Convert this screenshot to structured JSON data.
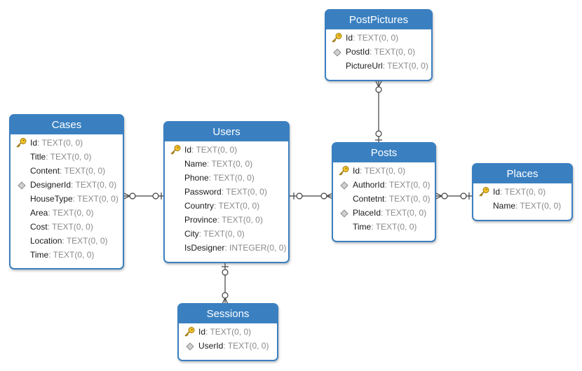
{
  "colors": {
    "header": "#3a80c1",
    "border": "#3a7fc0",
    "type_text": "#8a8a8a",
    "connector": "#404040"
  },
  "entities": {
    "postpictures": {
      "title": "PostPictures",
      "fields": [
        {
          "name": "Id",
          "type": ": TEXT(0, 0)",
          "key": "primary"
        },
        {
          "name": "PostId",
          "type": ": TEXT(0, 0)",
          "key": "foreign"
        },
        {
          "name": "PictureUrl",
          "type": ": TEXT(0, 0)",
          "key": "none"
        }
      ]
    },
    "cases": {
      "title": "Cases",
      "fields": [
        {
          "name": "Id",
          "type": ": TEXT(0, 0)",
          "key": "primary"
        },
        {
          "name": "Title",
          "type": ": TEXT(0, 0)",
          "key": "none"
        },
        {
          "name": "Content",
          "type": ": TEXT(0, 0)",
          "key": "none"
        },
        {
          "name": "DesignerId",
          "type": ": TEXT(0, 0)",
          "key": "foreign"
        },
        {
          "name": "HouseType",
          "type": ": TEXT(0, 0)",
          "key": "none"
        },
        {
          "name": "Area",
          "type": ": TEXT(0, 0)",
          "key": "none"
        },
        {
          "name": "Cost",
          "type": ": TEXT(0, 0)",
          "key": "none"
        },
        {
          "name": "Location",
          "type": ": TEXT(0, 0)",
          "key": "none"
        },
        {
          "name": "Time",
          "type": ": TEXT(0, 0)",
          "key": "none"
        }
      ]
    },
    "users": {
      "title": "Users",
      "fields": [
        {
          "name": "Id",
          "type": ": TEXT(0, 0)",
          "key": "primary"
        },
        {
          "name": "Name",
          "type": ": TEXT(0, 0)",
          "key": "none"
        },
        {
          "name": "Phone",
          "type": ": TEXT(0, 0)",
          "key": "none"
        },
        {
          "name": "Password",
          "type": ": TEXT(0, 0)",
          "key": "none"
        },
        {
          "name": "Country",
          "type": ": TEXT(0, 0)",
          "key": "none"
        },
        {
          "name": "Province",
          "type": ": TEXT(0, 0)",
          "key": "none"
        },
        {
          "name": "City",
          "type": ": TEXT(0, 0)",
          "key": "none"
        },
        {
          "name": "IsDesigner",
          "type": ": INTEGER(0, 0)",
          "key": "none"
        }
      ]
    },
    "posts": {
      "title": "Posts",
      "fields": [
        {
          "name": "Id",
          "type": ": TEXT(0, 0)",
          "key": "primary"
        },
        {
          "name": "AuthorId",
          "type": ": TEXT(0, 0)",
          "key": "foreign"
        },
        {
          "name": "Contetnt",
          "type": ": TEXT(0, 0)",
          "key": "none"
        },
        {
          "name": "PlaceId",
          "type": ": TEXT(0, 0)",
          "key": "foreign"
        },
        {
          "name": "Time",
          "type": ": TEXT(0, 0)",
          "key": "none"
        }
      ]
    },
    "places": {
      "title": "Places",
      "fields": [
        {
          "name": "Id",
          "type": ": TEXT(0, 0)",
          "key": "primary"
        },
        {
          "name": "Name",
          "type": ": TEXT(0, 0)",
          "key": "none"
        }
      ]
    },
    "sessions": {
      "title": "Sessions",
      "fields": [
        {
          "name": "Id",
          "type": ": TEXT(0, 0)",
          "key": "primary"
        },
        {
          "name": "UserId",
          "type": ": TEXT(0, 0)",
          "key": "foreign"
        }
      ]
    }
  },
  "relationships": [
    {
      "from": "postpictures",
      "to": "posts",
      "from_cardinality": "zero-or-many",
      "to_cardinality": "zero-or-one"
    },
    {
      "from": "cases",
      "to": "users",
      "from_cardinality": "zero-or-many",
      "to_cardinality": "zero-or-one"
    },
    {
      "from": "posts",
      "to": "users",
      "from_cardinality": "zero-or-many",
      "to_cardinality": "zero-or-one"
    },
    {
      "from": "posts",
      "to": "places",
      "from_cardinality": "zero-or-many",
      "to_cardinality": "zero-or-one"
    },
    {
      "from": "sessions",
      "to": "users",
      "from_cardinality": "zero-or-many",
      "to_cardinality": "zero-or-one"
    }
  ]
}
